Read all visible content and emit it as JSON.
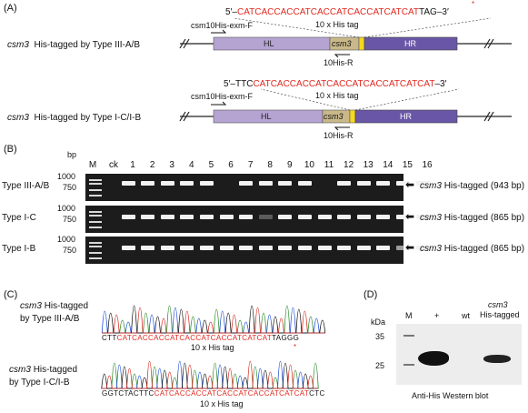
{
  "panel_labels": {
    "a": "(A)",
    "b": "(B)",
    "c": "(C)",
    "d": "(D)"
  },
  "construct_a": {
    "seq_prefix": "5′–",
    "seq_red": "CATCACCACCATCACCATCACCATCATCAT",
    "seq_black": "TAG",
    "seq_suffix": "–3′",
    "star": "*",
    "tag_label": "10 x His tag",
    "gene": "csm3",
    "row_text": "His-tagged by Type III-A/B",
    "primer_f": "csm10His-exm-F",
    "primer_r": "10His-R",
    "hl": "HL",
    "hr": "HR",
    "insert": "csm3"
  },
  "construct_b": {
    "seq_prefix": "5′–TTC",
    "seq_red": "CATCACCACCATCACCATCACCATCATCAT",
    "seq_suffix": "–3′",
    "tag_label": "10 x His tag",
    "gene": "csm3",
    "row_text": "His-tagged by Type I-C/I-B",
    "primer_f": "csm10His-exm-F",
    "primer_r": "10His-R",
    "hl": "HL",
    "hr": "HR",
    "insert": "csm3"
  },
  "gel": {
    "bp_label": "bp",
    "lane_m": "M",
    "lane_ck": "ck",
    "lanes": [
      "1",
      "2",
      "3",
      "4",
      "5",
      "6",
      "7",
      "8",
      "9",
      "10",
      "11",
      "12",
      "13",
      "14",
      "15",
      "16"
    ],
    "rows": [
      {
        "label": "Type III-A/B",
        "ladder_top": "1000",
        "ladder_bottom": "750",
        "gene": "csm3",
        "result": "His-tagged (943 bp)",
        "bands": [
          0,
          1,
          1,
          1,
          1,
          1,
          0,
          1,
          1,
          1,
          1,
          0,
          1,
          1,
          1,
          1,
          1
        ]
      },
      {
        "label": "Type I-C",
        "ladder_top": "1000",
        "ladder_bottom": "750",
        "gene": "csm3",
        "result": "His-tagged (865 bp)",
        "bands": [
          0,
          1,
          1,
          1,
          1,
          1,
          1,
          1,
          0.3,
          1,
          1,
          1,
          1,
          1,
          1,
          1,
          1
        ]
      },
      {
        "label": "Type I-B",
        "ladder_top": "1000",
        "ladder_bottom": "750",
        "gene": "csm3",
        "result": "His-tagged (865 bp)",
        "bands": [
          0,
          1,
          1,
          1,
          1,
          1,
          1,
          1,
          1,
          1,
          1,
          1,
          1,
          1,
          1,
          0.6,
          1
        ]
      }
    ]
  },
  "chromatograms": [
    {
      "gene": "csm3",
      "line1": "His-tagged",
      "line2": "by Type III-A/B",
      "seq_pre": "CTT",
      "seq_red": "CATCACCACCATCACCATCACCATCATCAT",
      "seq_post": "TAGGG",
      "star": "*",
      "tag_label": "10 x His tag"
    },
    {
      "gene": "csm3",
      "line1": "His-tagged",
      "line2": "by Type I-C/I-B",
      "seq_pre": "GGTCTACTTC",
      "seq_red": "CATCACCACCATCACCATCACCATCATCAT",
      "seq_post": "CTC",
      "tag_label": "10 x His tag"
    }
  ],
  "western": {
    "kda": "kDa",
    "lane_m": "M",
    "lane_plus": "+",
    "lane_wt": "wt",
    "lane_gene": "csm3",
    "lane_tagged": "His-tagged",
    "marker_35": "35",
    "marker_25": "25",
    "caption": "Anti-His Western blot"
  },
  "colors": {
    "hl": "#b5a3d2",
    "hr": "#6a56a6",
    "insert": "#c9b98a",
    "tag": "#f6d81f",
    "red": "#e0281e"
  }
}
